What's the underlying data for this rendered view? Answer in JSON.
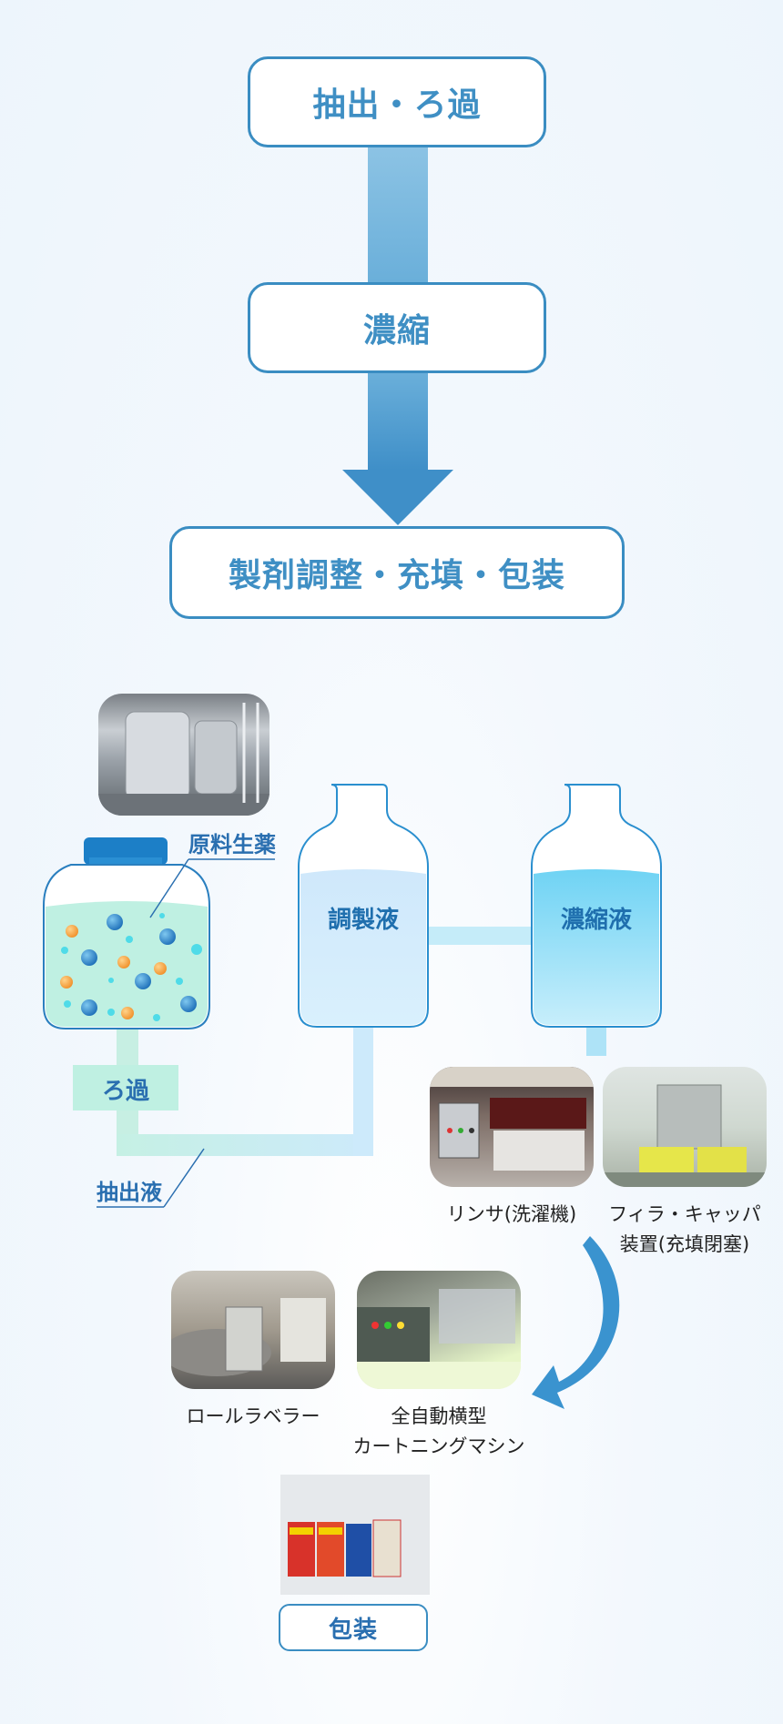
{
  "flow": {
    "step1": "抽出・ろ過",
    "step2": "濃縮",
    "step3": "製剤調整・充填・包装"
  },
  "diagram": {
    "raw_material_label": "原料生薬",
    "filtration_label": "ろ過",
    "extract_label": "抽出液",
    "prepared_liquid_label": "調製液",
    "concentrate_label": "濃縮液"
  },
  "machines": {
    "rinser": "リンサ(洗濯機)",
    "filler_line1": "フィラ・キャッパ",
    "filler_line2": "装置(充填閉塞)",
    "labeler": "ロールラベラー",
    "cartoner_line1": "全自動横型",
    "cartoner_line2": "カートニングマシン",
    "packaging": "包装"
  },
  "colors": {
    "primary_blue": "#3a8dc2",
    "label_blue": "#2a6fb0",
    "mint": "#bff0e2",
    "light_liquid": "#d4ecfb",
    "concentrate_liquid": "#8fdcf5"
  }
}
